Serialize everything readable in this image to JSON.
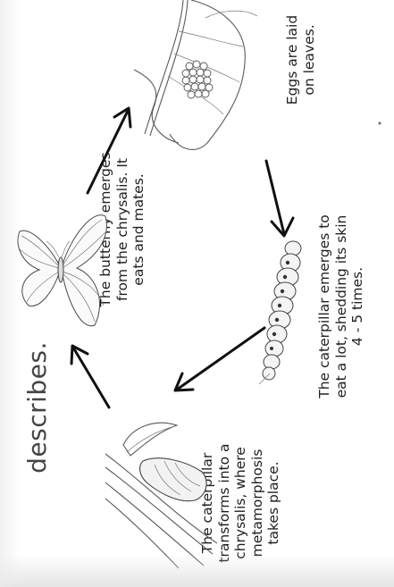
{
  "heading": {
    "text": "describes."
  },
  "stages": [
    {
      "id": "eggs",
      "lines": [
        "Eggs are laid",
        "on leaves."
      ]
    },
    {
      "id": "caterpillar",
      "lines": [
        "The caterpillar emerges to",
        "eat a lot, shedding its skin",
        "4 - 5 times."
      ]
    },
    {
      "id": "chrysalis",
      "lines": [
        "The caterpillar",
        "transforms into a",
        "chrysalis, where",
        "metamorphosis",
        "takes place."
      ]
    },
    {
      "id": "butterfly",
      "lines": [
        "The butterfly emerges",
        "from the chrysalis. It",
        "eats and mates."
      ]
    }
  ],
  "illustrations": {
    "eggs": "leaf-with-eggs-icon",
    "caterpillar": "caterpillar-icon",
    "chrysalis": "chrysalis-icon",
    "butterfly": "butterfly-icon"
  },
  "colors": {
    "text": "#1f1f1f",
    "arrow": "#111111",
    "line_art": "#5a5a5a",
    "heading": "#444444"
  }
}
